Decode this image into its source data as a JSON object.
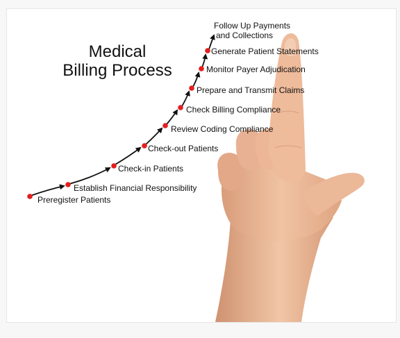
{
  "title": {
    "line1": "Medical",
    "line2": "Billing Process"
  },
  "steps": [
    {
      "label": "Preregister Patients"
    },
    {
      "label": "Establish Financial Responsibility"
    },
    {
      "label": "Check-in Patients"
    },
    {
      "label": "Check-out Patients"
    },
    {
      "label": "Review Coding Compliance"
    },
    {
      "label": "Check Billing Compliance"
    },
    {
      "label": "Prepare and Transmit Claims"
    },
    {
      "label": "Monitor Payer Adjudication"
    },
    {
      "label": "Generate Patient Statements"
    },
    {
      "line1": "Follow Up Payments",
      "line2": "and Collections"
    }
  ],
  "colors": {
    "node": "#e31e1e",
    "arrow": "#111111",
    "text": "#111111",
    "skin": "#e9b593"
  },
  "illustration": "pointing-hand"
}
